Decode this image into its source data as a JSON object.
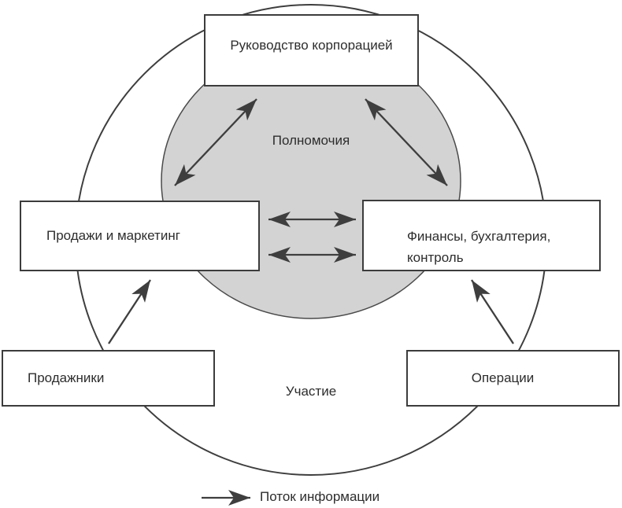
{
  "diagram": {
    "boxes": {
      "top": {
        "label": "Руководство корпорацией"
      },
      "left": {
        "label": "Продажи и маркетинг"
      },
      "right": {
        "line1": "Финансы, бухгалтерия,",
        "line2": "контроль"
      },
      "bottom_left": {
        "label": "Продажники"
      },
      "bottom_right": {
        "label": "Операции"
      }
    },
    "zone_labels": {
      "inner": "Полномочия",
      "outer": "Участие"
    },
    "legend": {
      "label": "Поток информации"
    },
    "colors": {
      "inner_zone_fill": "#d3d3d3",
      "line": "#3e3e3e"
    }
  }
}
